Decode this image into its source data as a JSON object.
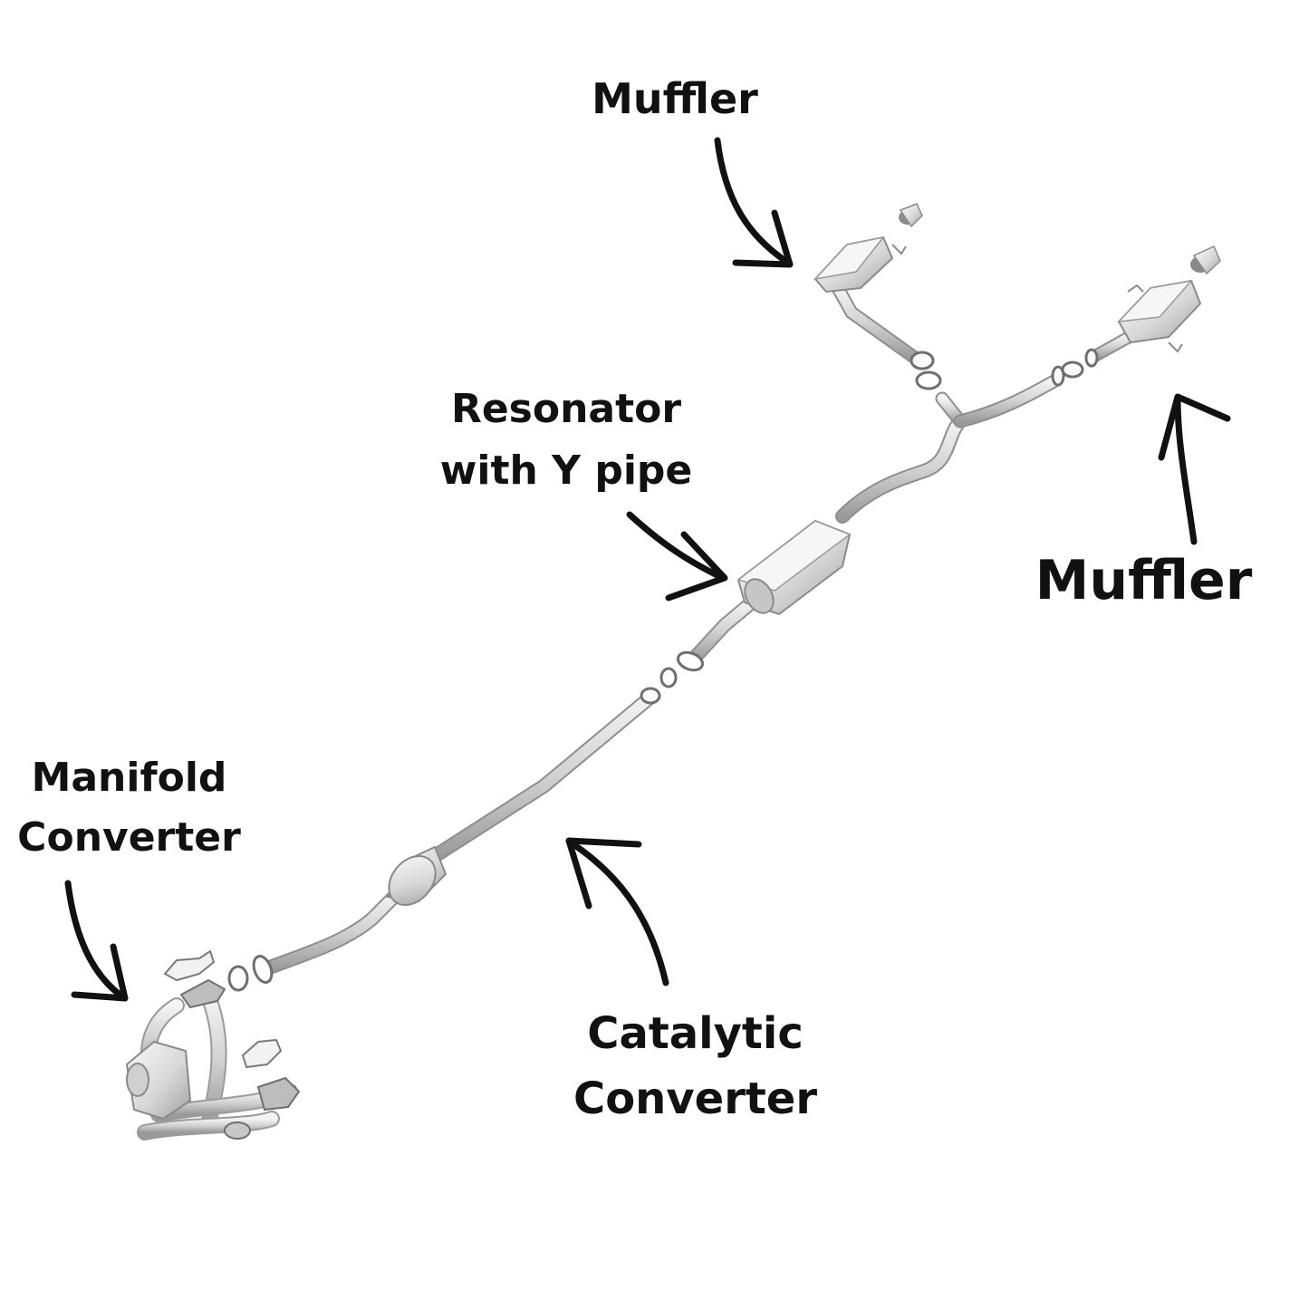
{
  "labels": {
    "muffler_top": "Muffler",
    "resonator_line1": "Resonator",
    "resonator_line2": "with Y pipe",
    "muffler_right": "Muffler",
    "manifold_line1": "Manifold",
    "manifold_line2": "Converter",
    "catalytic_line1": "Catalytic",
    "catalytic_line2": "Converter"
  },
  "colors": {
    "background": "#ffffff",
    "text": "#111111",
    "arrow": "#111111",
    "metal_light": "#f1f1f1",
    "metal_mid": "#cfcfcf",
    "metal_dark": "#8e8e8e"
  }
}
